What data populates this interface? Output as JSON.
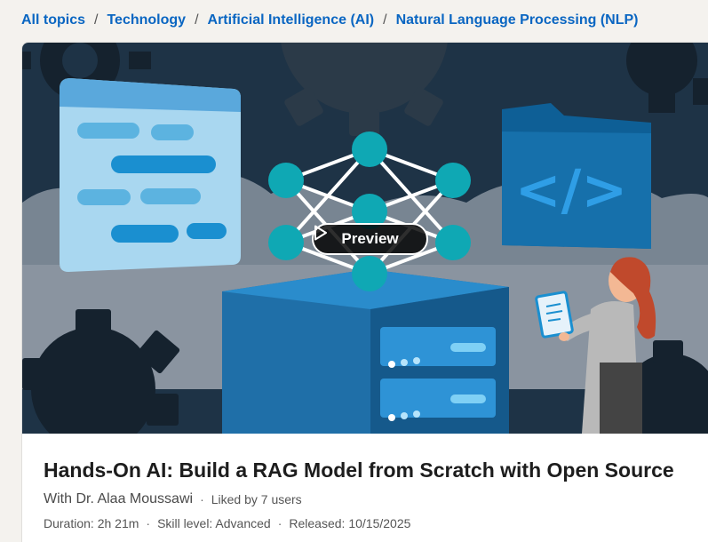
{
  "breadcrumb": {
    "items": [
      "All topics",
      "Technology",
      "Artificial Intelligence (AI)",
      "Natural Language Processing (NLP)"
    ],
    "separator": "/"
  },
  "hero": {
    "preview_label": "Preview",
    "code_icon_text": "</>"
  },
  "course": {
    "title": "Hands-On AI: Build a RAG Model from Scratch with Open Source",
    "instructor": "With Dr. Alaa Moussawi",
    "likes": "Liked by 7 users",
    "duration": "Duration: 2h 21m",
    "skill_level": "Skill level: Advanced",
    "released": "Released: 10/15/2025",
    "meta_separator": "·"
  },
  "colors": {
    "link": "#0a66c2",
    "hero_bg": "#1e3346",
    "node_teal": "#0fa8b4",
    "server_blue": "#1f6fa8"
  }
}
